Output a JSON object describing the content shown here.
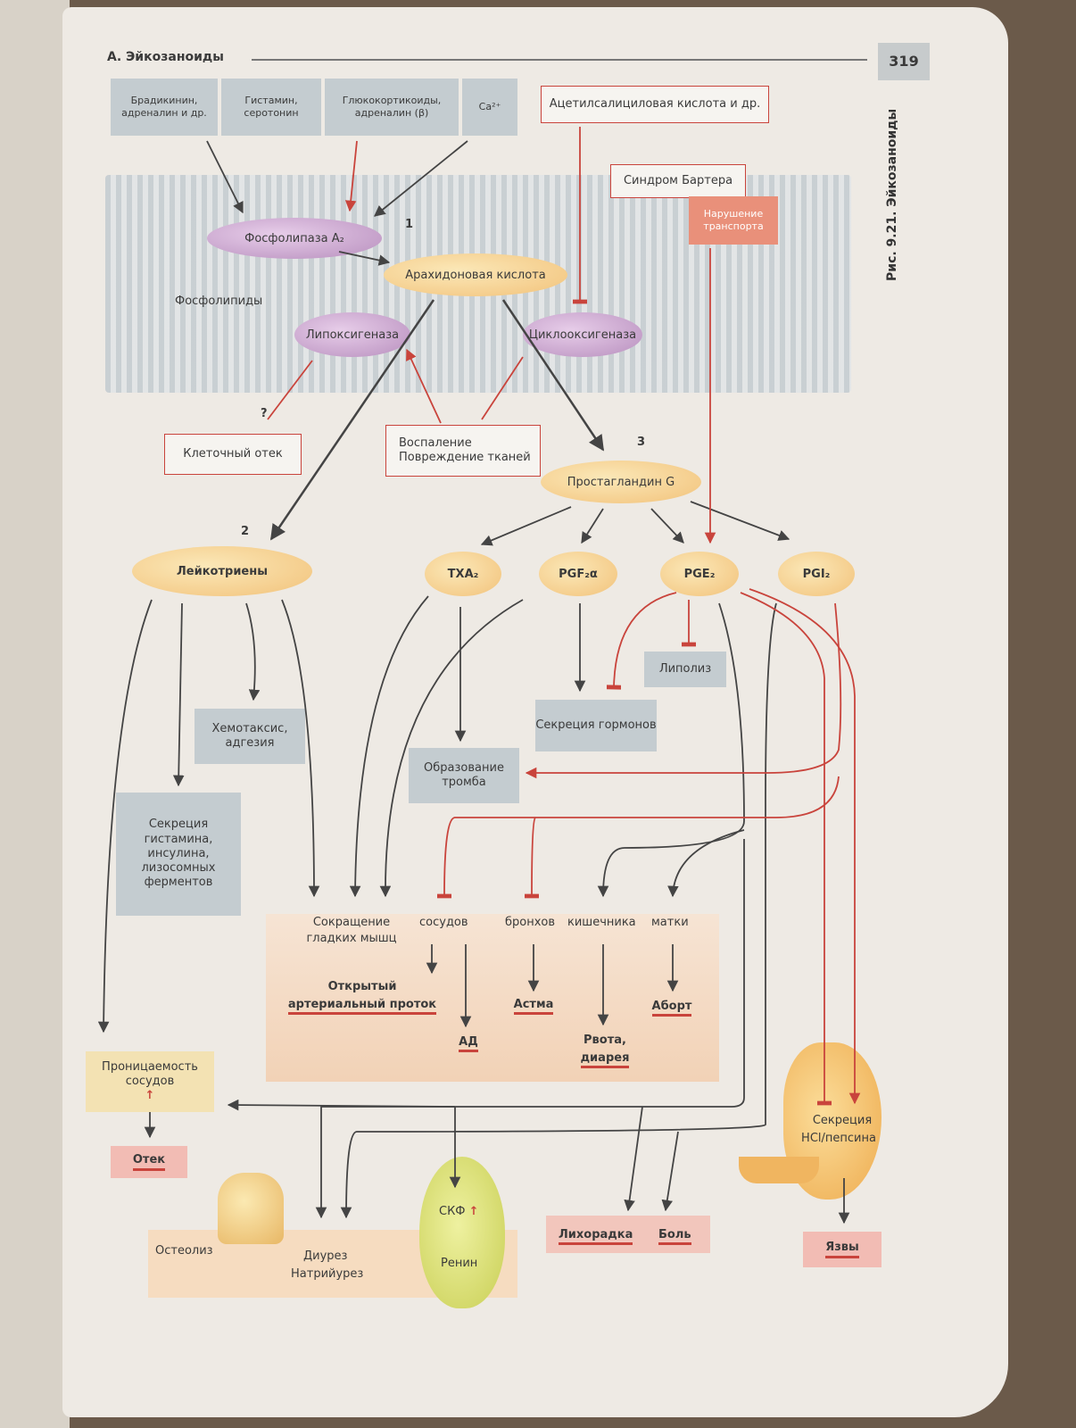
{
  "header": {
    "title": "А. Эйкозаноиды",
    "page_number": "319",
    "figure_caption": "Рис. 9.21. Эйкозаноиды"
  },
  "top_boxes": {
    "b1": "Брадикинин, адреналин и др.",
    "b2": "Гистамин, серотонин",
    "b3": "Глюкокортикоиды, адреналин (β)",
    "b4": "Ca²⁺",
    "aspirin": "Ацетилсалициловая кислота и др.",
    "bartter": "Синдром Бартера",
    "transport": "Нарушение транспорта"
  },
  "membrane": {
    "pla2": "Фосфолипаза А₂",
    "arachidonic": "Арахидоновая кислота",
    "phospholipids": "Фосфолипиды",
    "lipox": "Липоксигеназа",
    "cyclox": "Циклооксигеназа",
    "n1": "1",
    "n2": "2",
    "n3": "3",
    "q": "?"
  },
  "mid": {
    "edema_cell": "Клеточный отек",
    "inflam1": "Воспаление",
    "inflam2": "Повреждение тканей",
    "pgg": "Простагландин G",
    "leuko": "Лейкотриены",
    "txa": "TXA₂",
    "pgf": "PGF₂α",
    "pge": "PGE₂",
    "pgi": "PGI₂",
    "lipolysis": "Липолиз",
    "hormones": "Секреция гормонов",
    "chemotaxis": "Хемотаксис, адгезия",
    "thrombus": "Образование тромба",
    "histamine": "Секреция гистамина, инсулина, лизосомных ферментов"
  },
  "smooth": {
    "title1": "Сокращение",
    "title2": "гладких мышц",
    "vessels": "сосудов",
    "bronchi": "бронхов",
    "intestine": "кишечника",
    "uterus": "матки",
    "duct1": "Открытый",
    "duct2": "артериальный проток",
    "bp": "АД",
    "asthma": "Астма",
    "vomit1": "Рвота,",
    "vomit2": "диарея",
    "abortion": "Аборт"
  },
  "bottom": {
    "perm": "Проницаемость сосудов",
    "edema": "Отек",
    "osteolysis": "Остеолиз",
    "diuresis": "Диурез",
    "natriuresis": "Натрийурез",
    "gfr": "СКФ",
    "renin": "Ренин",
    "fever": "Лихорадка",
    "pain": "Боль",
    "hcl1": "Секреция",
    "hcl2": "HCl/пепсина",
    "ulcers": "Язвы",
    "up_arrow": "↑"
  }
}
